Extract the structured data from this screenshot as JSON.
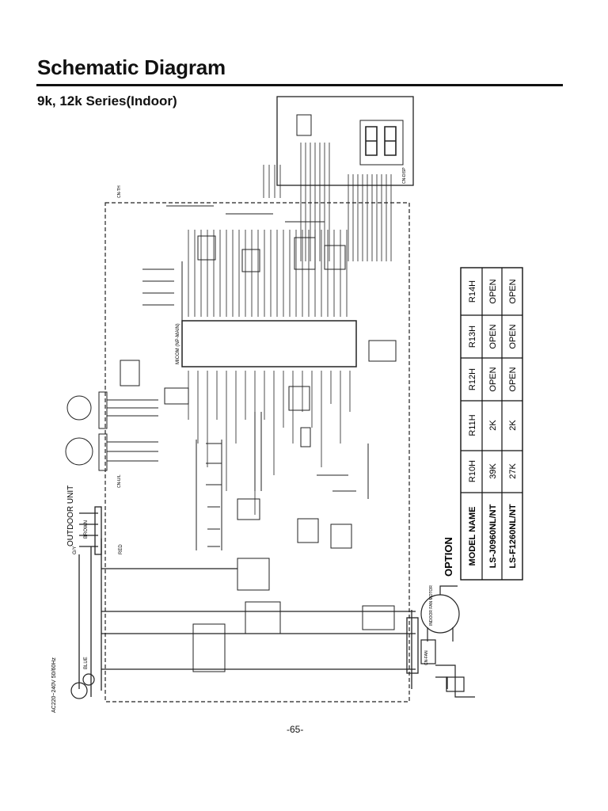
{
  "header": {
    "title": "Schematic Diagram",
    "subtitle": "9k, 12k Series(Indoor)"
  },
  "schematic": {
    "outdoor_label": "OUTDOOR UNIT",
    "option_label": "OPTION",
    "power_label": "AC220~240V 50/60Hz",
    "wire_labels": [
      "BROWN",
      "BLUE",
      "G/Y",
      "RED"
    ],
    "motor_label": "INDOOR FAN MOTOR",
    "micom_label": "MICOM (NP-MAIN)",
    "connector_labels": [
      "CN-U/L",
      "CN-DISP",
      "CN-TH",
      "CN-FAN"
    ]
  },
  "option_table": {
    "columns": [
      "MODEL NAME",
      "R10H",
      "R11H",
      "R12H",
      "R13H",
      "R14H"
    ],
    "rows": [
      [
        "LS-J0960NL/NT",
        "39K",
        "2K",
        "OPEN",
        "OPEN",
        "OPEN"
      ],
      [
        "LS-F1260NL/NT",
        "27K",
        "2K",
        "OPEN",
        "OPEN",
        "OPEN"
      ]
    ]
  },
  "footer": {
    "page_number": "-65-"
  }
}
